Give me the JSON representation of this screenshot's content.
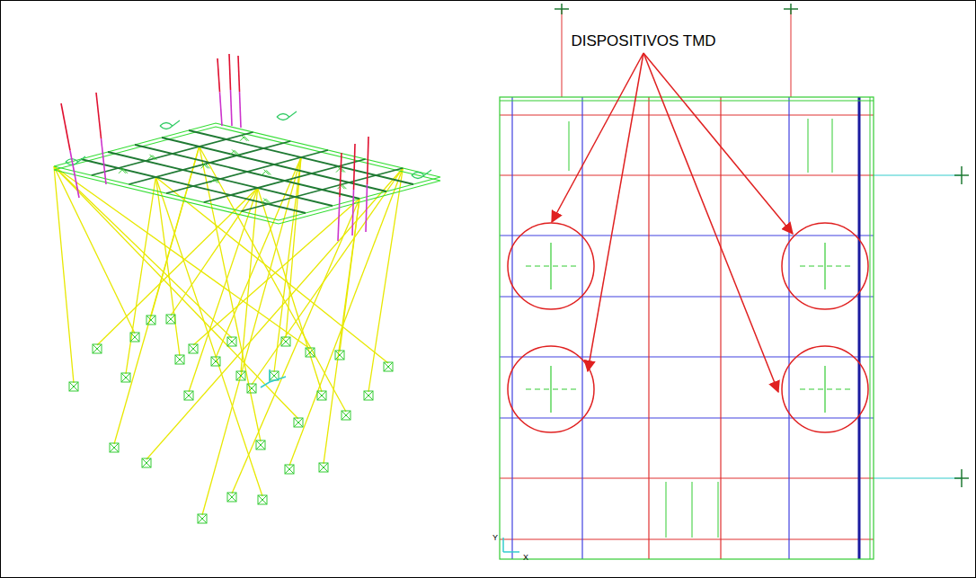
{
  "diagram": {
    "labels": [
      "DISPOSITIVOS TMD",
      "Y",
      "X"
    ]
  }
}
